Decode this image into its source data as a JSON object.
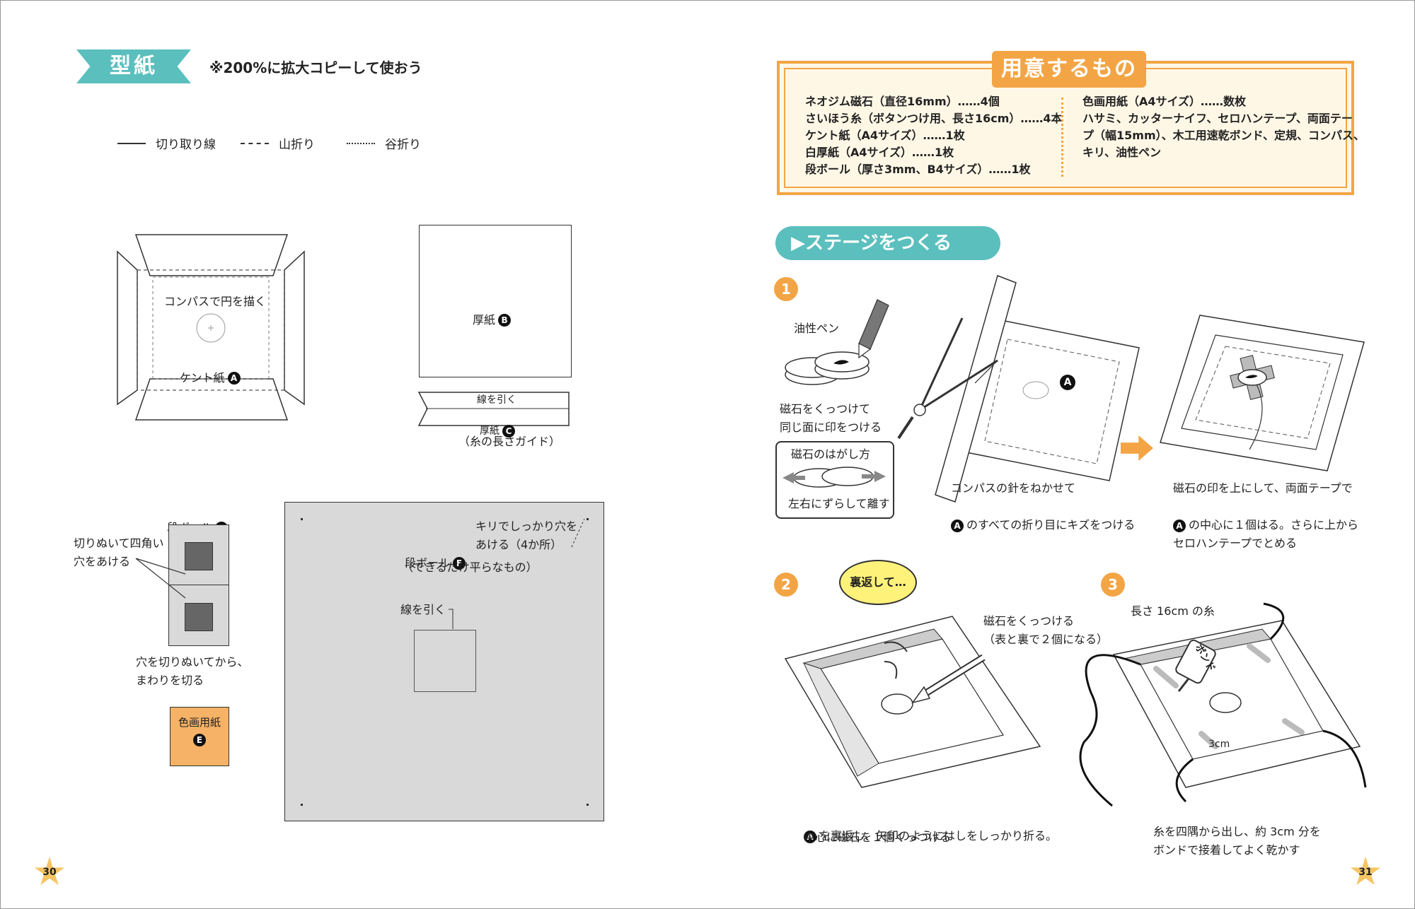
{
  "left_page": {
    "tag": "型紙",
    "copy_note": "※200%に拡大コピーして使おう",
    "legend": {
      "cut": "切り取り線",
      "mountain": "山折り",
      "valley": "谷折り"
    },
    "kent": {
      "compass_note": "コンパスで円を描く",
      "label": "ケント紙",
      "badge": "A"
    },
    "thick_b": {
      "label": "厚紙",
      "badge": "B"
    },
    "thick_c": {
      "line_note": "線を引く",
      "label": "厚紙",
      "badge": "C",
      "guide": "（糸の長さガイド）"
    },
    "cardboard_d": {
      "label": "段ボール",
      "badge": "D",
      "cut_note": "切りぬいて四角い\n穴をあける",
      "after_note": "穴を切りぬいてから、\nまわりを切る"
    },
    "paper_e": {
      "label": "色画用紙",
      "badge": "E"
    },
    "cardboard_f": {
      "label": "段ボール",
      "badge": "F",
      "flat_note": "（できるだけ平らなもの）",
      "hole_note": "キリでしっかり穴を\nあける（4か所）",
      "line_note": "線を引く"
    },
    "page_number": "30"
  },
  "right_page": {
    "materials_title": "用意するもの",
    "materials_left": "ネオジム磁石（直径16mm）……4個\nさいほう糸（ボタンつけ用、長さ16cm）……4本\nケント紙（A4サイズ）……1枚\n白厚紙（A4サイズ）……1枚\n段ボール（厚さ3mm、B4サイズ）……1枚",
    "materials_right": "色画用紙（A4サイズ）……数枚\nハサミ、カッターナイフ、セロハンテープ、両面テー\nプ（幅15mm）、木工用速乾ボンド、定規、コンパス、\nキリ、油性ペン",
    "section_title": "▶ステージをつくる",
    "step1": {
      "number": "1",
      "pen_label": "油性ペン",
      "mark_caption": "磁石をくっつけて\n同じ面に印をつける",
      "inset_title": "磁石のはがし方",
      "inset_caption": "左右にずらして離す",
      "badge": "A",
      "compass_caption_a": "コンパスの針をねかせて",
      "compass_caption_b": "のすべての折り目にキズをつける",
      "tape_caption_a": "磁石の印を上にして、両面テープで",
      "tape_caption_b": "の中心に１個はる。さらに上から\nセロハンテープでとめる"
    },
    "step2": {
      "number": "2",
      "bubble": "裏返して…",
      "magnet_note": "磁石をくっつける\n（表と裏で２個になる）",
      "badge": "A",
      "caption_a": "を裏返し、矢印のようにはしをしっかり折る。",
      "caption_b": "中心に磁石を１個くっつける"
    },
    "step3": {
      "number": "3",
      "thread_note": "長さ 16cm の糸",
      "bond_label": "ボンド",
      "dim_label": "3cm",
      "caption": "糸を四隅から出し、約 3cm 分を\nボンドで接着してよく乾かす"
    },
    "page_number": "31"
  },
  "colors": {
    "teal": "#5bbfbe",
    "orange": "#f3a545",
    "gray_board": "#d9d9d9",
    "paper_orange": "#f6b266",
    "bubble_yellow": "#fff27a"
  }
}
